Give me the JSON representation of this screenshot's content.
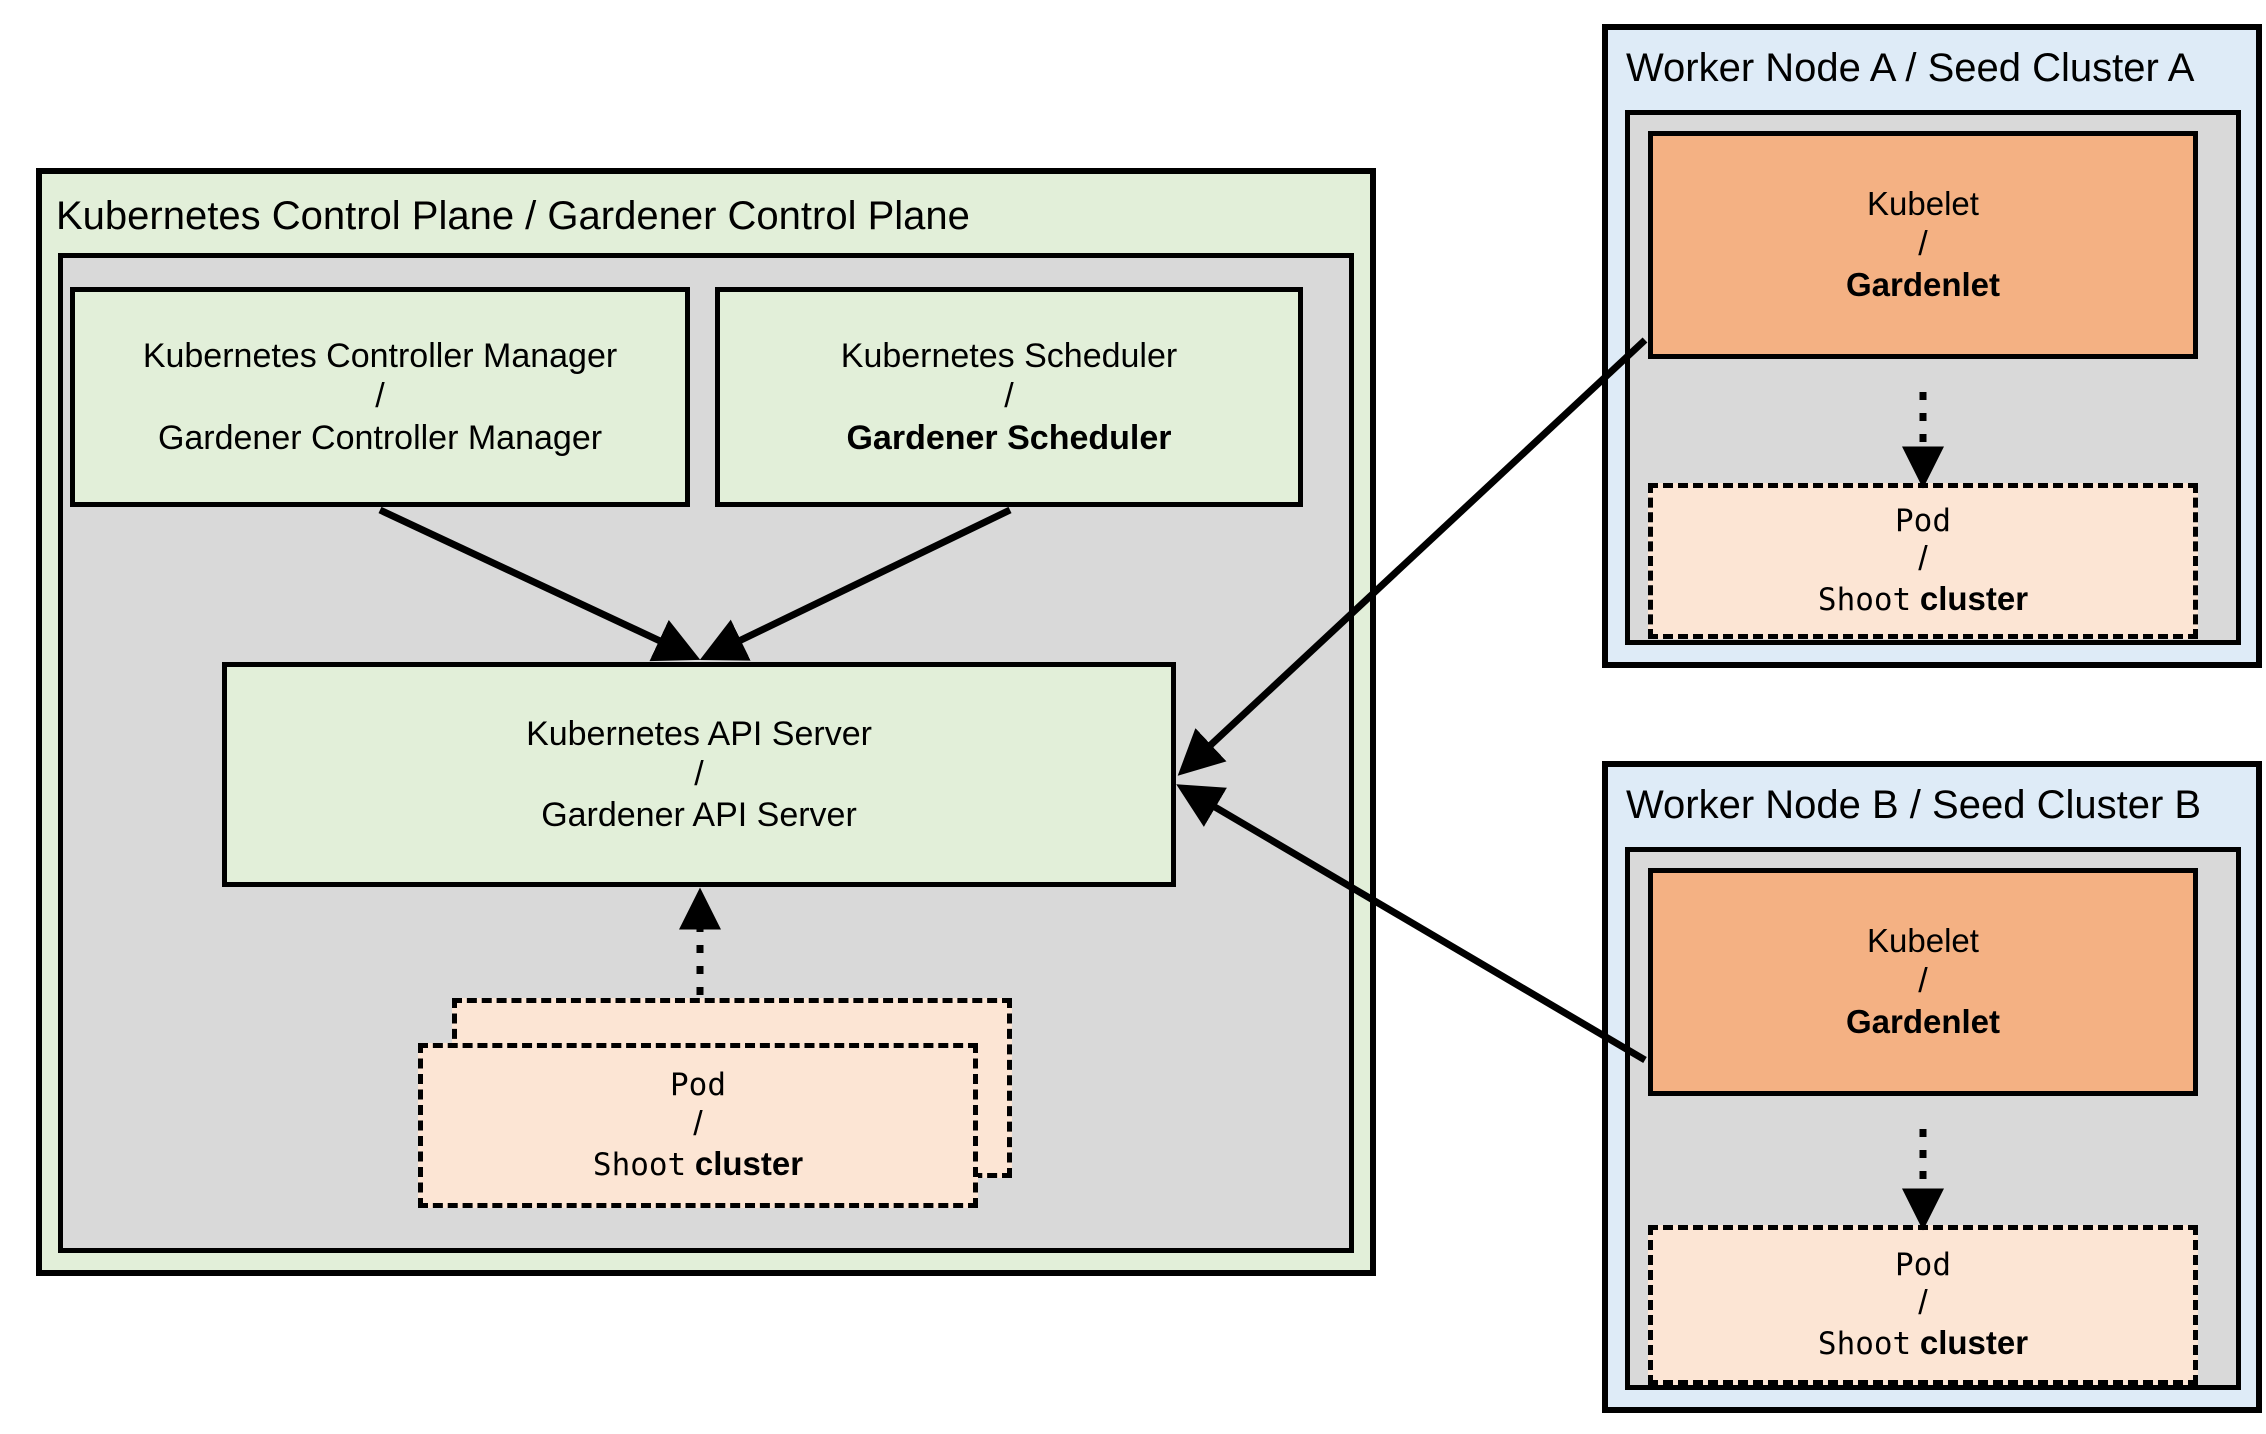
{
  "colors": {
    "green_fill": "#e2efd9",
    "blue_fill": "#deebf7",
    "orange_fill": "#f4b183",
    "gray_fill": "#d9d9d9",
    "pod_fill": "#fce5d4",
    "stroke": "#000000",
    "background": "#ffffff"
  },
  "control_plane": {
    "title": "Kubernetes Control Plane / Gardener Control Plane",
    "controller_manager": {
      "k8s_label": "Kubernetes Controller Manager",
      "separator": "/",
      "gardener_label": "Gardener Controller Manager"
    },
    "scheduler": {
      "k8s_label": "Kubernetes Scheduler",
      "separator": "/",
      "gardener_label": "Gardener Scheduler"
    },
    "api_server": {
      "k8s_label": "Kubernetes API Server",
      "separator": "/",
      "gardener_label": "Gardener API Server"
    },
    "pod": {
      "pod_label": "Pod",
      "separator": "/",
      "shoot_label": "Shoot",
      "cluster_label": "cluster"
    }
  },
  "worker_node_a": {
    "title": "Worker Node A / Seed Cluster A",
    "kubelet": {
      "k8s_label": "Kubelet",
      "separator": "/",
      "gardener_label": "Gardenlet"
    },
    "pod": {
      "pod_label": "Pod",
      "separator": "/",
      "shoot_label": "Shoot",
      "cluster_label": "cluster"
    }
  },
  "worker_node_b": {
    "title": "Worker Node B / Seed Cluster B",
    "kubelet": {
      "k8s_label": "Kubelet",
      "separator": "/",
      "gardener_label": "Gardenlet"
    },
    "pod": {
      "pod_label": "Pod",
      "separator": "/",
      "shoot_label": "Shoot",
      "cluster_label": "cluster"
    }
  }
}
